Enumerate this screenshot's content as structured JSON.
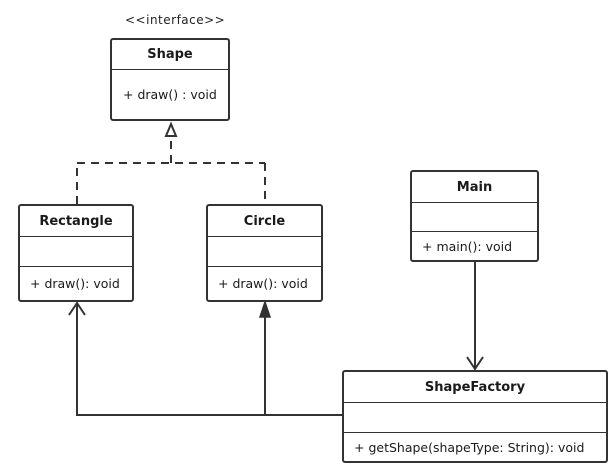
{
  "diagram": {
    "classes": {
      "shape": {
        "stereotype": "<<interface>>",
        "name": "Shape",
        "methods": [
          "+ draw() : void"
        ]
      },
      "rectangle": {
        "name": "Rectangle",
        "methods": [
          "+ draw(): void"
        ]
      },
      "circle": {
        "name": "Circle",
        "methods": [
          "+ draw(): void"
        ]
      },
      "main": {
        "name": "Main",
        "methods": [
          "+ main(): void"
        ]
      },
      "shape_factory": {
        "name": "ShapeFactory",
        "methods": [
          "+ getShape(shapeType: String): void"
        ]
      }
    },
    "relations": [
      {
        "from": "Rectangle",
        "to": "Shape",
        "type": "realization"
      },
      {
        "from": "Circle",
        "to": "Shape",
        "type": "realization"
      },
      {
        "from": "Main",
        "to": "ShapeFactory",
        "type": "association"
      },
      {
        "from": "ShapeFactory",
        "to": "Rectangle",
        "type": "association"
      },
      {
        "from": "ShapeFactory",
        "to": "Circle",
        "type": "dependency"
      }
    ],
    "colors": {
      "stroke": "#333333",
      "background": "#ffffff"
    }
  }
}
